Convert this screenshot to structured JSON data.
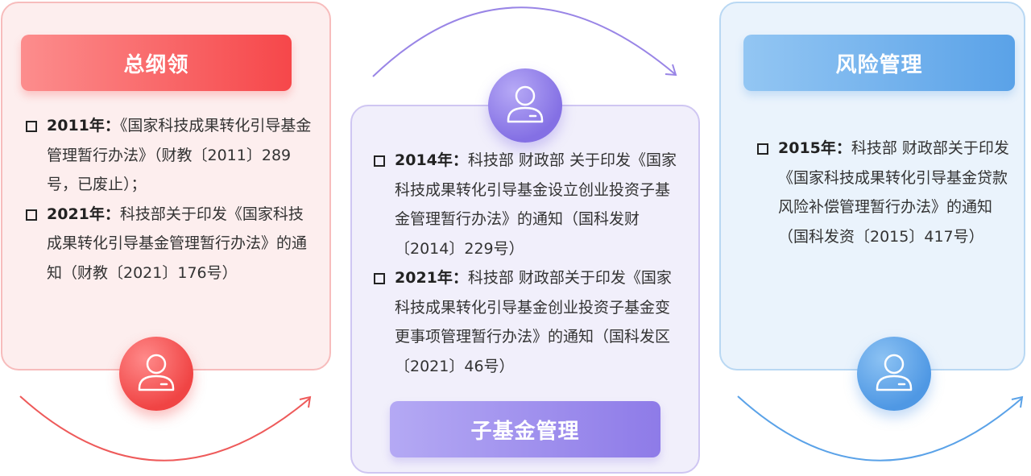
{
  "colors": {
    "red": "#f04a4a",
    "purple": "#8e7be8",
    "blue": "#5aa2e8"
  },
  "sections": [
    {
      "title": "总纲领",
      "icon": "user-icon",
      "items": [
        {
          "year": "2011年：",
          "text": "《国家科技成果转化引导基金管理暂行办法》（财教〔2011〕289号，已废止）；"
        },
        {
          "year": "2021年：",
          "text": "科技部关于印发《国家科技成果转化引导基金管理暂行办法》的通知（财教〔2021〕176号）"
        }
      ]
    },
    {
      "title": "子基金管理",
      "icon": "user-icon",
      "items": [
        {
          "year": "2014年：",
          "text": "科技部 财政部 关于印发《国家科技成果转化引导基金设立创业投资子基金管理暂行办法》的通知（国科发财〔2014〕229号）"
        },
        {
          "year": "2021年：",
          "text": "科技部 财政部关于印发《国家科技成果转化引导基金创业投资子基金变更事项管理暂行办法》的通知（国科发区〔2021〕46号）"
        }
      ]
    },
    {
      "title": "风险管理",
      "icon": "user-icon",
      "items": [
        {
          "year": "2015年：",
          "text": "科技部 财政部关于印发《国家科技成果转化引导基金贷款风险补偿管理暂行办法》的通知（国科发资〔2015〕417号）"
        }
      ]
    }
  ]
}
